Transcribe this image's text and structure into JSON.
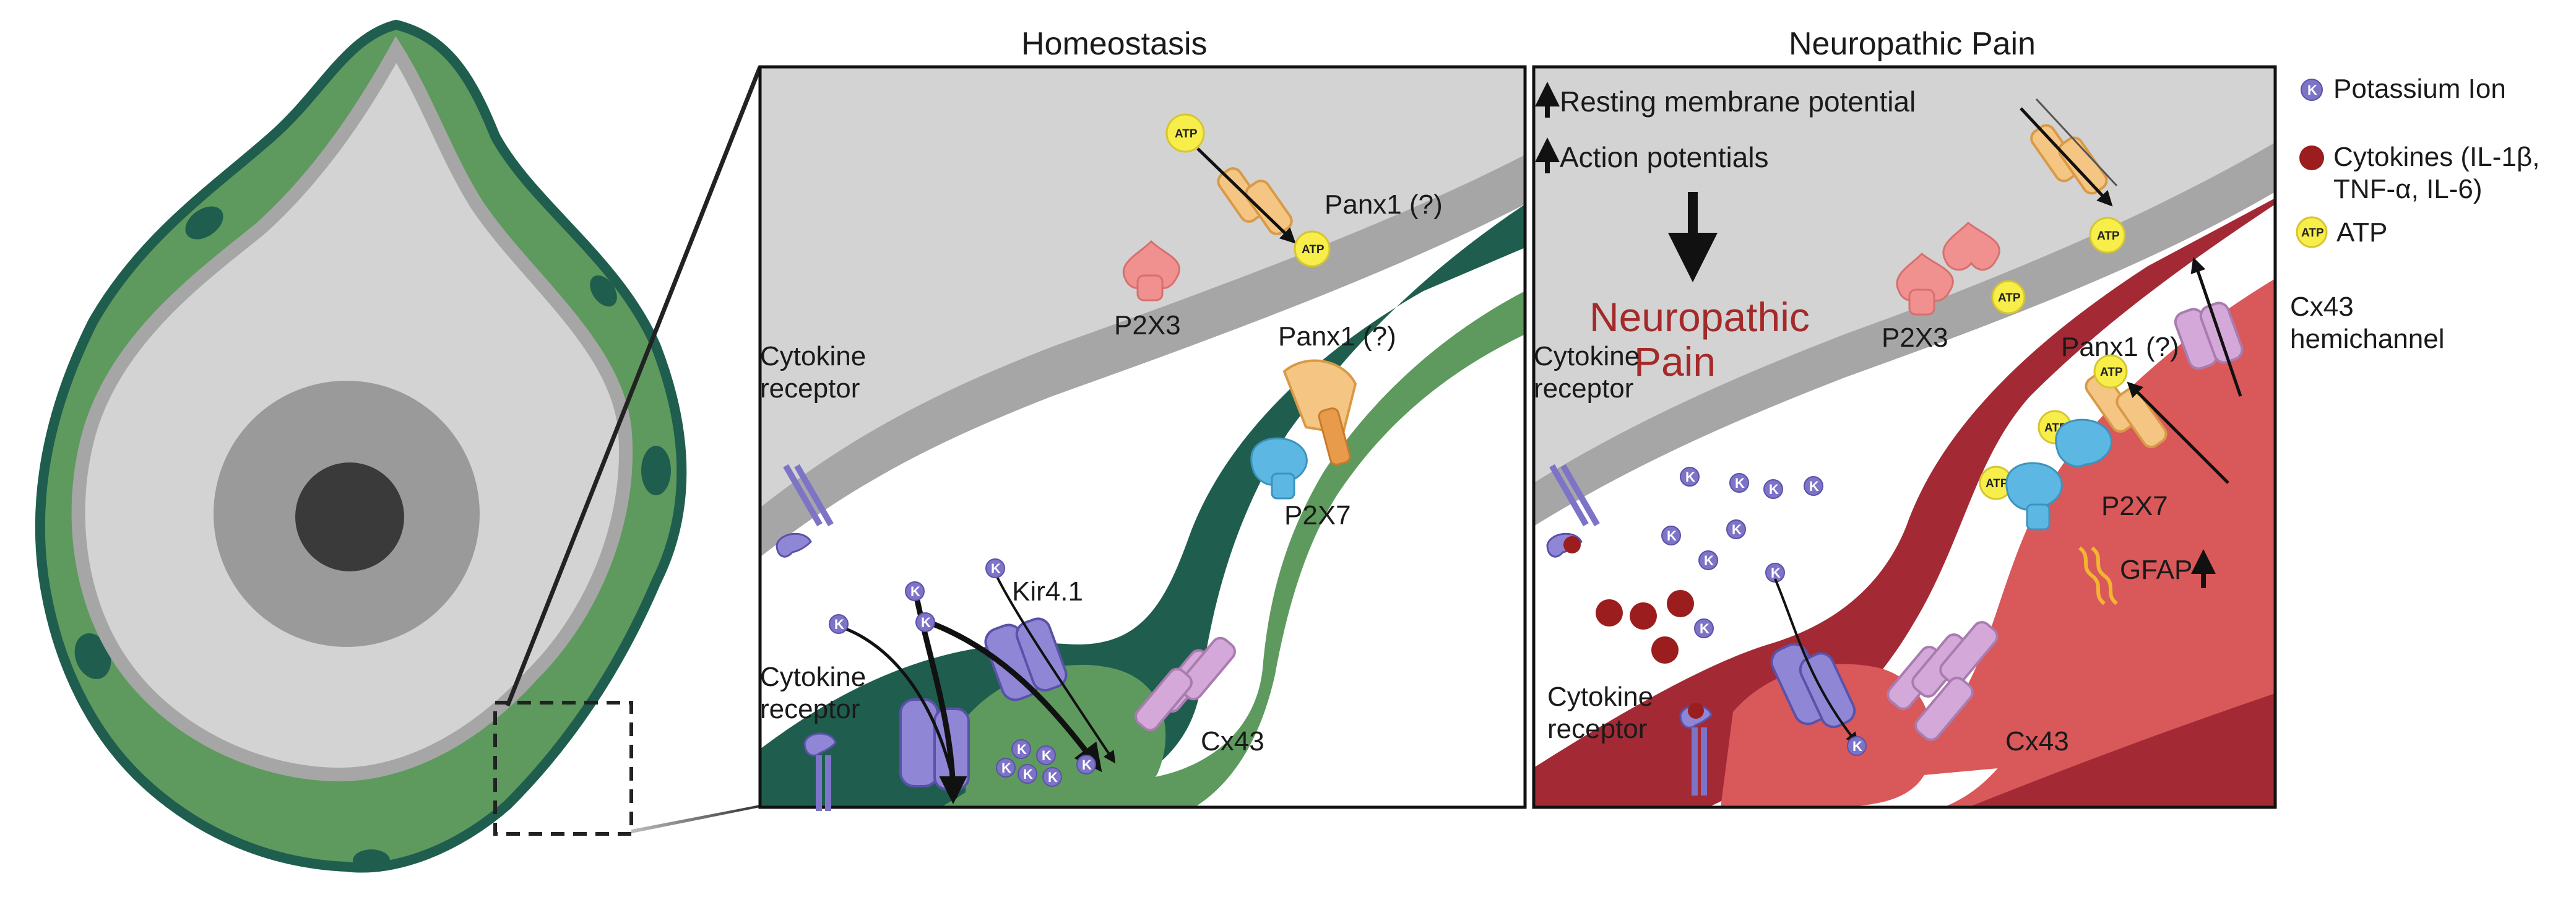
{
  "panels": {
    "homeostasis_title": "Homeostasis",
    "neuropathic_title": "Neuropathic Pain"
  },
  "homeostasis": {
    "atp_label": "ATP",
    "panx1_top": "Panx1 (?)",
    "p2x3": "P2X3",
    "panx1_mid": "Panx1 (?)",
    "p2x7": "P2X7",
    "cytokine_receptor_top": "Cytokine\nreceptor",
    "cytokine_receptor_bottom": "Cytokine\nreceptor",
    "kir": "Kir4.1",
    "cx43": "Cx43",
    "potassium_symbol": "K"
  },
  "neuropathic": {
    "resting_label": "Resting membrane potential",
    "action_label": "Action potentials",
    "pain_label": "Neuropathic\nPain",
    "p2x3": "P2X3",
    "panx1": "Panx1 (?)",
    "p2x7": "P2X7",
    "cx43_hemichannel": "Cx43\nhemichannel",
    "cytokine_receptor_top": "Cytokine\nreceptor",
    "cytokine_receptor_bottom": "Cytokine\nreceptor",
    "gfap": "GFAP",
    "cx43": "Cx43"
  },
  "legend": {
    "potassium": "Potassium Ion",
    "cytokines": "Cytokines (IL-1β,\nTNF-α, IL-6)",
    "atp": "ATP"
  },
  "colors": {
    "satellite_glia_dark": "#1f5e4e",
    "satellite_glia_light": "#5e9a5e",
    "neuron_membrane": "#a6a6a6",
    "neuron_cytoplasm": "#d3d3d3",
    "reactive_glia_dark": "#a32a35",
    "reactive_glia_light": "#d9585a",
    "potassium_ion": "#7d74c8",
    "cytokine": "#9b1d1d",
    "atp": "#f7ee4a"
  }
}
